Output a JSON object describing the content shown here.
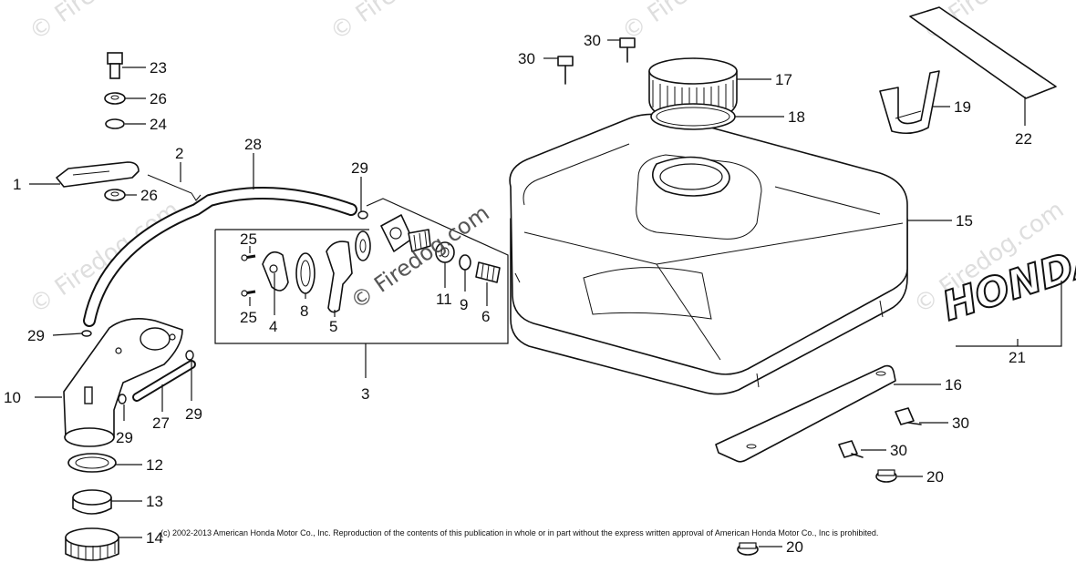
{
  "diagram": {
    "copyright": "(c) 2002-2013 American Honda Motor Co., Inc. Reproduction of the contents of this publication in whole or in part without the express written approval of American Honda Motor Co., Inc is prohibited.",
    "watermark_center": "© Firedog.com",
    "watermark_corner": "© Firedog.com",
    "emblem_text": "HONDA",
    "callouts": {
      "c1": "1",
      "c2": "2",
      "c3": "3",
      "c4": "4",
      "c5": "5",
      "c6": "6",
      "c8": "8",
      "c9": "9",
      "c10": "10",
      "c11": "11",
      "c12": "12",
      "c13": "13",
      "c14": "14",
      "c15": "15",
      "c16": "16",
      "c17": "17",
      "c18": "18",
      "c19": "19",
      "c20a": "20",
      "c20b": "20",
      "c21": "21",
      "c22": "22",
      "c23": "23",
      "c24": "24",
      "c25a": "25",
      "c25b": "25",
      "c26a": "26",
      "c26b": "26",
      "c27": "27",
      "c28": "28",
      "c29a": "29",
      "c29b": "29",
      "c29c": "29",
      "c29d": "29",
      "c30a": "30",
      "c30b": "30",
      "c30c": "30",
      "c30d": "30"
    }
  }
}
